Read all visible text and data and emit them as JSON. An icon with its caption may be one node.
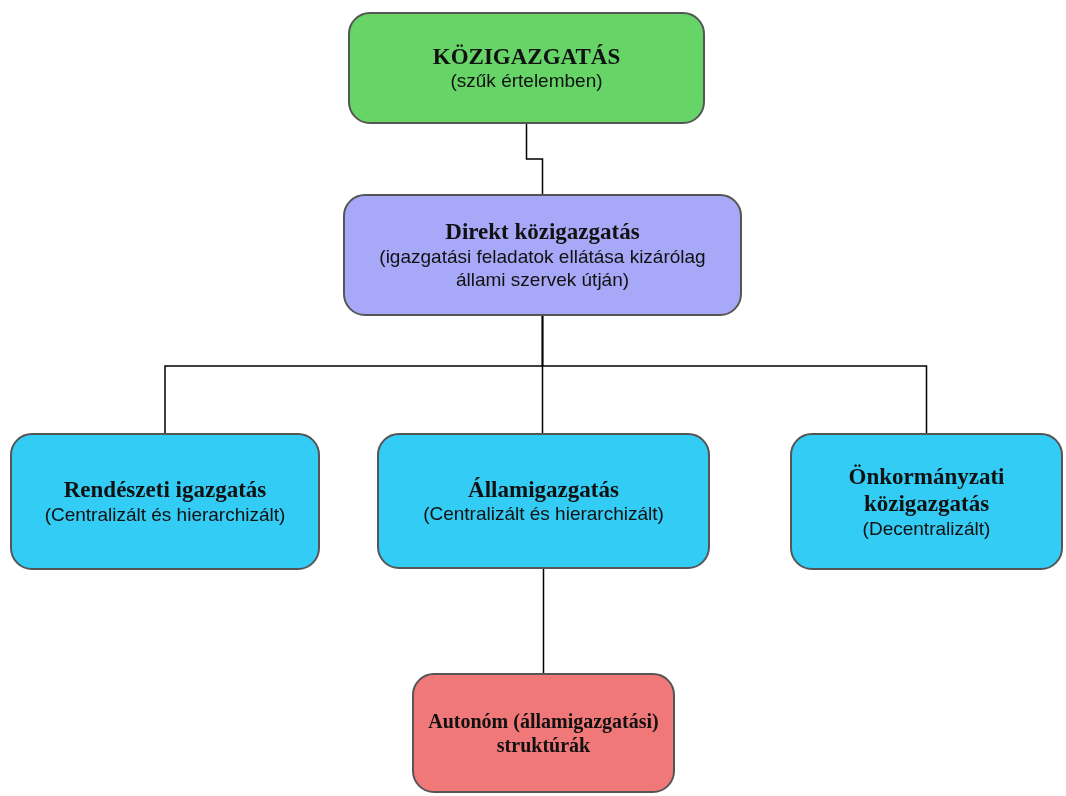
{
  "diagram": {
    "nodes": [
      {
        "text": [
          "KÖZIGAZGATÁS",
          "(szűk értelemben)"
        ]
      },
      {
        "text": [
          "Direkt közigazgatás",
          "(igazgatási feladatok ellátása kizárólag állami szervek útján)"
        ]
      },
      {
        "text": [
          "Rendészeti igazgatás",
          "(Centralizált és hierarchizált)"
        ]
      },
      {
        "text": [
          "Államigazgatás",
          "(Centralizált és hierarchizált)"
        ]
      },
      {
        "text": [
          "Önkormányzati közigazgatás",
          "(Decentralizált)"
        ]
      },
      {
        "text": [
          "Autonóm (államigazgatási) struktúrák"
        ]
      }
    ],
    "edges": [
      {
        "from": 0,
        "to": 1,
        "arrow": "none"
      },
      {
        "from": 1,
        "to": 2,
        "arrow": "none"
      },
      {
        "from": 1,
        "to": 3,
        "arrow": "none"
      },
      {
        "from": 1,
        "to": 4,
        "arrow": "none"
      },
      {
        "from": 3,
        "to": 5,
        "arrow": "none"
      }
    ]
  }
}
